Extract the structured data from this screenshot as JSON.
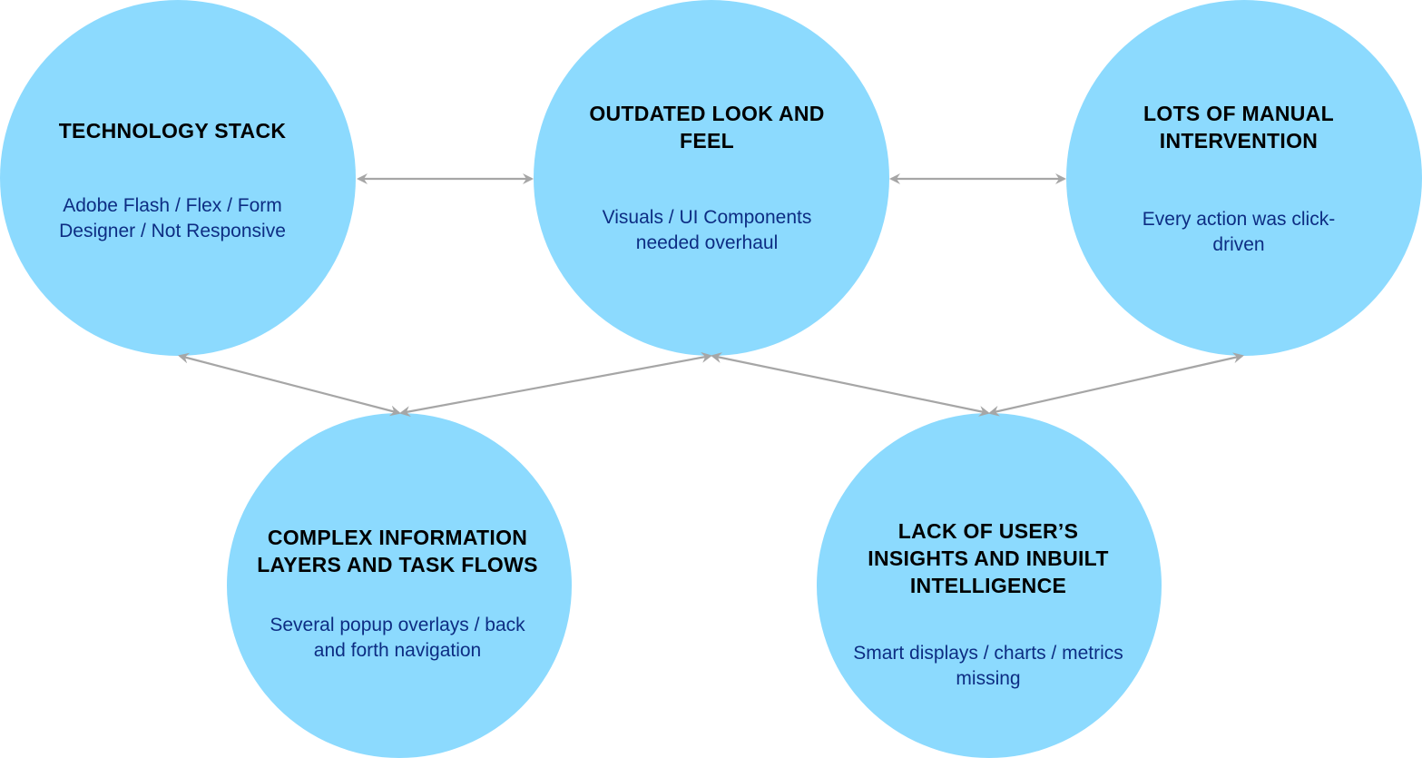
{
  "diagram": {
    "colors": {
      "node_fill": "#8cdafe",
      "title_text": "#000000",
      "description_text": "#0d2d83",
      "connector": "#a6a6a6"
    },
    "nodes": [
      {
        "id": "technology-stack",
        "title": "TECHNOLOGY STACK",
        "description": "Adobe Flash / Flex / Form Designer / Not Responsive"
      },
      {
        "id": "outdated-look",
        "title": "OUTDATED LOOK AND FEEL",
        "description": "Visuals / UI Components needed overhaul"
      },
      {
        "id": "manual-intervention",
        "title": "LOTS OF MANUAL INTERVENTION",
        "description": "Every action was click-driven"
      },
      {
        "id": "complex-information",
        "title": "COMPLEX INFORMATION LAYERS AND TASK FLOWS",
        "description": "Several popup overlays / back and forth navigation"
      },
      {
        "id": "lack-of-insights",
        "title": "LACK OF USER’S INSIGHTS AND INBUILT INTELLIGENCE",
        "description": "Smart displays  / charts / metrics missing"
      }
    ],
    "connections": [
      {
        "from": "technology-stack",
        "to": "outdated-look",
        "type": "bidirectional"
      },
      {
        "from": "outdated-look",
        "to": "manual-intervention",
        "type": "bidirectional"
      },
      {
        "from": "technology-stack",
        "to": "complex-information",
        "type": "bidirectional"
      },
      {
        "from": "complex-information",
        "to": "outdated-look",
        "type": "bidirectional"
      },
      {
        "from": "outdated-look",
        "to": "lack-of-insights",
        "type": "bidirectional"
      },
      {
        "from": "lack-of-insights",
        "to": "manual-intervention",
        "type": "bidirectional"
      }
    ]
  }
}
